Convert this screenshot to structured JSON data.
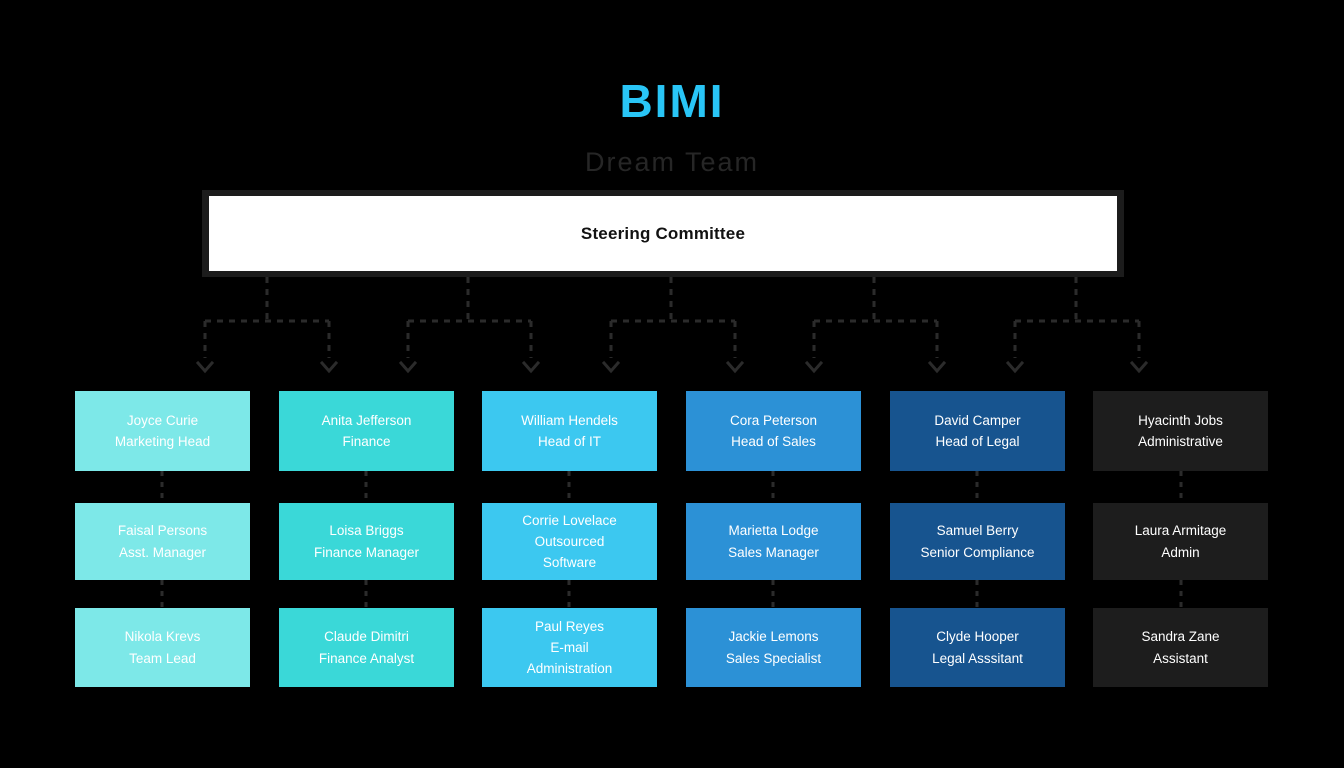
{
  "header": {
    "brand_title": "BIMI",
    "brand_subtitle": "Dream Team",
    "brand_title_color": "#29c5f6",
    "brand_subtitle_color": "#262626"
  },
  "background_color": "#000000",
  "root": {
    "label": "Steering Committee",
    "fill_color": "#ffffff",
    "text_color": "#121212",
    "frame_color": "#1c1c1c"
  },
  "connector": {
    "style": "dashed",
    "color": "#2b2b2b",
    "arrowhead": "chevron-down"
  },
  "columns": [
    {
      "id": "marketing",
      "color": "#7de8e8",
      "text_color": "#ffffff",
      "people": [
        {
          "name": "Joyce Curie",
          "role": "Marketing Head"
        },
        {
          "name": "Faisal Persons",
          "role": "Asst. Manager"
        },
        {
          "name": "Nikola Krevs",
          "role": "Team Lead"
        }
      ]
    },
    {
      "id": "finance",
      "color": "#3ad8d8",
      "text_color": "#ffffff",
      "people": [
        {
          "name": "Anita Jefferson",
          "role": "Finance"
        },
        {
          "name": "Loisa Briggs",
          "role": "Finance Manager"
        },
        {
          "name": "Claude Dimitri",
          "role": "Finance Analyst"
        }
      ]
    },
    {
      "id": "it",
      "color": "#3cc8f0",
      "text_color": "#ffffff",
      "people": [
        {
          "name": "William Hendels",
          "role": "Head of IT"
        },
        {
          "name": "Corrie Lovelace",
          "role": "Outsourced Software"
        },
        {
          "name": "Paul Reyes",
          "role": "E-mail Administration"
        }
      ]
    },
    {
      "id": "sales",
      "color": "#2c91d6",
      "text_color": "#ffffff",
      "people": [
        {
          "name": "Cora Peterson",
          "role": "Head of Sales"
        },
        {
          "name": "Marietta Lodge",
          "role": "Sales Manager"
        },
        {
          "name": "Jackie Lemons",
          "role": "Sales Specialist"
        }
      ]
    },
    {
      "id": "legal",
      "color": "#17548f",
      "text_color": "#ffffff",
      "people": [
        {
          "name": "David Camper",
          "role": "Head of Legal"
        },
        {
          "name": "Samuel Berry",
          "role": "Senior Compliance"
        },
        {
          "name": "Clyde Hooper",
          "role": "Legal Asssitant"
        }
      ]
    },
    {
      "id": "administrative",
      "color": "#1d1d1d",
      "text_color": "#ffffff",
      "people": [
        {
          "name": "Hyacinth Jobs",
          "role": "Administrative"
        },
        {
          "name": "Laura Armitage",
          "role": "Admin"
        },
        {
          "name": "Sandra Zane",
          "role": "Assistant"
        }
      ]
    }
  ],
  "cells": {
    "c1r1_name": "Joyce Curie",
    "c1r1_role": "Marketing Head",
    "c1r2_name": "Faisal Persons",
    "c1r2_role": "Asst. Manager",
    "c1r3_name": "Nikola Krevs",
    "c1r3_role": "Team Lead",
    "c2r1_name": "Anita Jefferson",
    "c2r1_role": "Finance",
    "c2r2_name": "Loisa Briggs",
    "c2r2_role": "Finance Manager",
    "c2r3_name": "Claude Dimitri",
    "c2r3_role": "Finance Analyst",
    "c3r1_name": "William Hendels",
    "c3r1_role": "Head of IT",
    "c3r2_name": "Corrie Lovelace",
    "c3r2_role": "Outsourced",
    "c3r2_role2": "Software",
    "c3r3_name": "Paul Reyes",
    "c3r3_role": "E-mail",
    "c3r3_role2": "Administration",
    "c4r1_name": "Cora Peterson",
    "c4r1_role": "Head of Sales",
    "c4r2_name": "Marietta Lodge",
    "c4r2_role": "Sales Manager",
    "c4r3_name": "Jackie Lemons",
    "c4r3_role": "Sales Specialist",
    "c5r1_name": "David Camper",
    "c5r1_role": "Head of Legal",
    "c5r2_name": "Samuel Berry",
    "c5r2_role": "Senior Compliance",
    "c5r3_name": "Clyde Hooper",
    "c5r3_role": "Legal Asssitant",
    "c6r1_name": "Hyacinth Jobs",
    "c6r1_role": "Administrative",
    "c6r2_name": "Laura Armitage",
    "c6r2_role": "Admin",
    "c6r3_name": "Sandra Zane",
    "c6r3_role": "Assistant"
  }
}
